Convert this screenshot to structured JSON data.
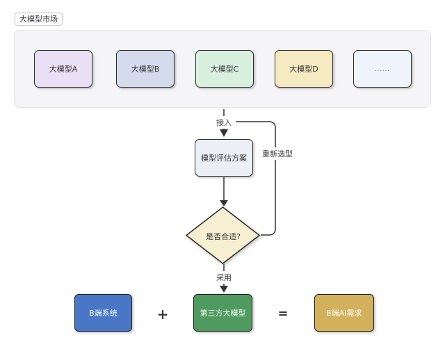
{
  "market": {
    "badge_label": "大模型市场",
    "models": [
      {
        "label": "大模型A",
        "fill": "#e9e0f6"
      },
      {
        "label": "大模型B",
        "fill": "#d3dbec"
      },
      {
        "label": "大模型C",
        "fill": "#d9f0df"
      },
      {
        "label": "大模型D",
        "fill": "#f6eac2"
      },
      {
        "label": "……",
        "fill": "#eff3fb"
      }
    ]
  },
  "flow": {
    "access_label": "接入",
    "evaluation_box_label": "模型评估方案",
    "reselect_label": "重新选型",
    "decision_label": "是否合适?",
    "adopt_label": "采用"
  },
  "result": {
    "system_box_label": "B端系统",
    "plus_sign": "+",
    "thirdparty_box_label": "第三方大模型",
    "equals_sign": "=",
    "need_box_label": "B端AI需求"
  },
  "colors": {
    "model_a": "#e9e0f6",
    "model_b": "#d3dbec",
    "model_c": "#d9f0df",
    "model_d": "#f6eac2",
    "model_e": "#eff3fb",
    "evaluation_box": "#eceff6",
    "decision_diamond": "#f6efd2",
    "system_box": "#4a77c5",
    "thirdparty_box": "#4f9a5e",
    "need_box": "#d3b05c",
    "wire": "#333333",
    "market_container": "#f5f5f7"
  }
}
